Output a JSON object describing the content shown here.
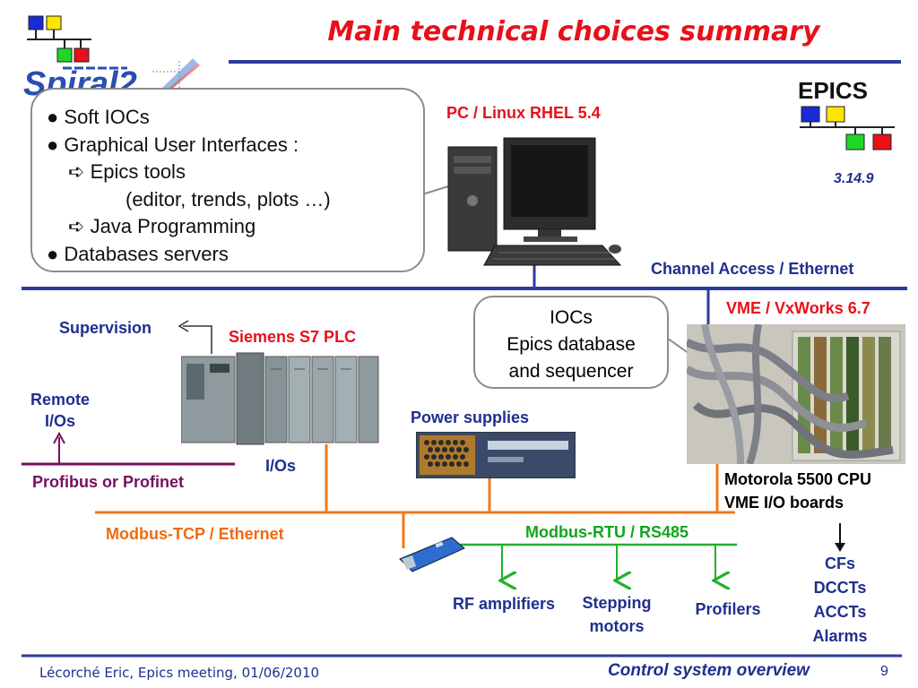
{
  "slide": {
    "title": "Main technical choices summary",
    "logo_text": "Spiral2",
    "epics_logo_text": "EPICS",
    "epics_version": "3.14.9",
    "pc_label": "PC / Linux RHEL 5.4",
    "soft_iocs": {
      "line1": "● Soft IOCs",
      "line2": "● Graphical User Interfaces :",
      "line3": "Epics tools",
      "line4": "(editor, trends, plots …)",
      "line5": "Java Programming",
      "line6": "● Databases servers",
      "arrow": "➪"
    },
    "channel_access": "Channel Access / Ethernet",
    "vme_label": "VME / VxWorks 6.7",
    "iocs_bubble": [
      "IOCs",
      "Epics database",
      "and sequencer"
    ],
    "supervision": "Supervision",
    "siemens": "Siemens S7 PLC",
    "remote_ios": [
      "Remote",
      "I/Os"
    ],
    "profibus": "Profibus or Profinet",
    "ios": "I/Os",
    "power_supplies": "Power supplies",
    "motorola": [
      "Motorola 5500 CPU",
      "VME I/O boards"
    ],
    "modbus_tcp": "Modbus-TCP / Ethernet",
    "modbus_rtu": "Modbus-RTU / RS485",
    "rf_amplifiers": "RF amplifiers",
    "stepping_motors": [
      "Stepping",
      "motors"
    ],
    "profilers": "Profilers",
    "vme_items": [
      "CFs",
      "DCCTs",
      "ACCTs",
      "Alarms"
    ],
    "footer_left": "Lécorché Eric, Epics meeting, 01/06/2010",
    "footer_right": "Control system overview",
    "page_number": "9"
  },
  "colors": {
    "title": "#e8101a",
    "blue_line": "#2e3a9e",
    "orange_line": "#f07a1c",
    "green_line": "#22b02c",
    "purple_line": "#74105f"
  }
}
